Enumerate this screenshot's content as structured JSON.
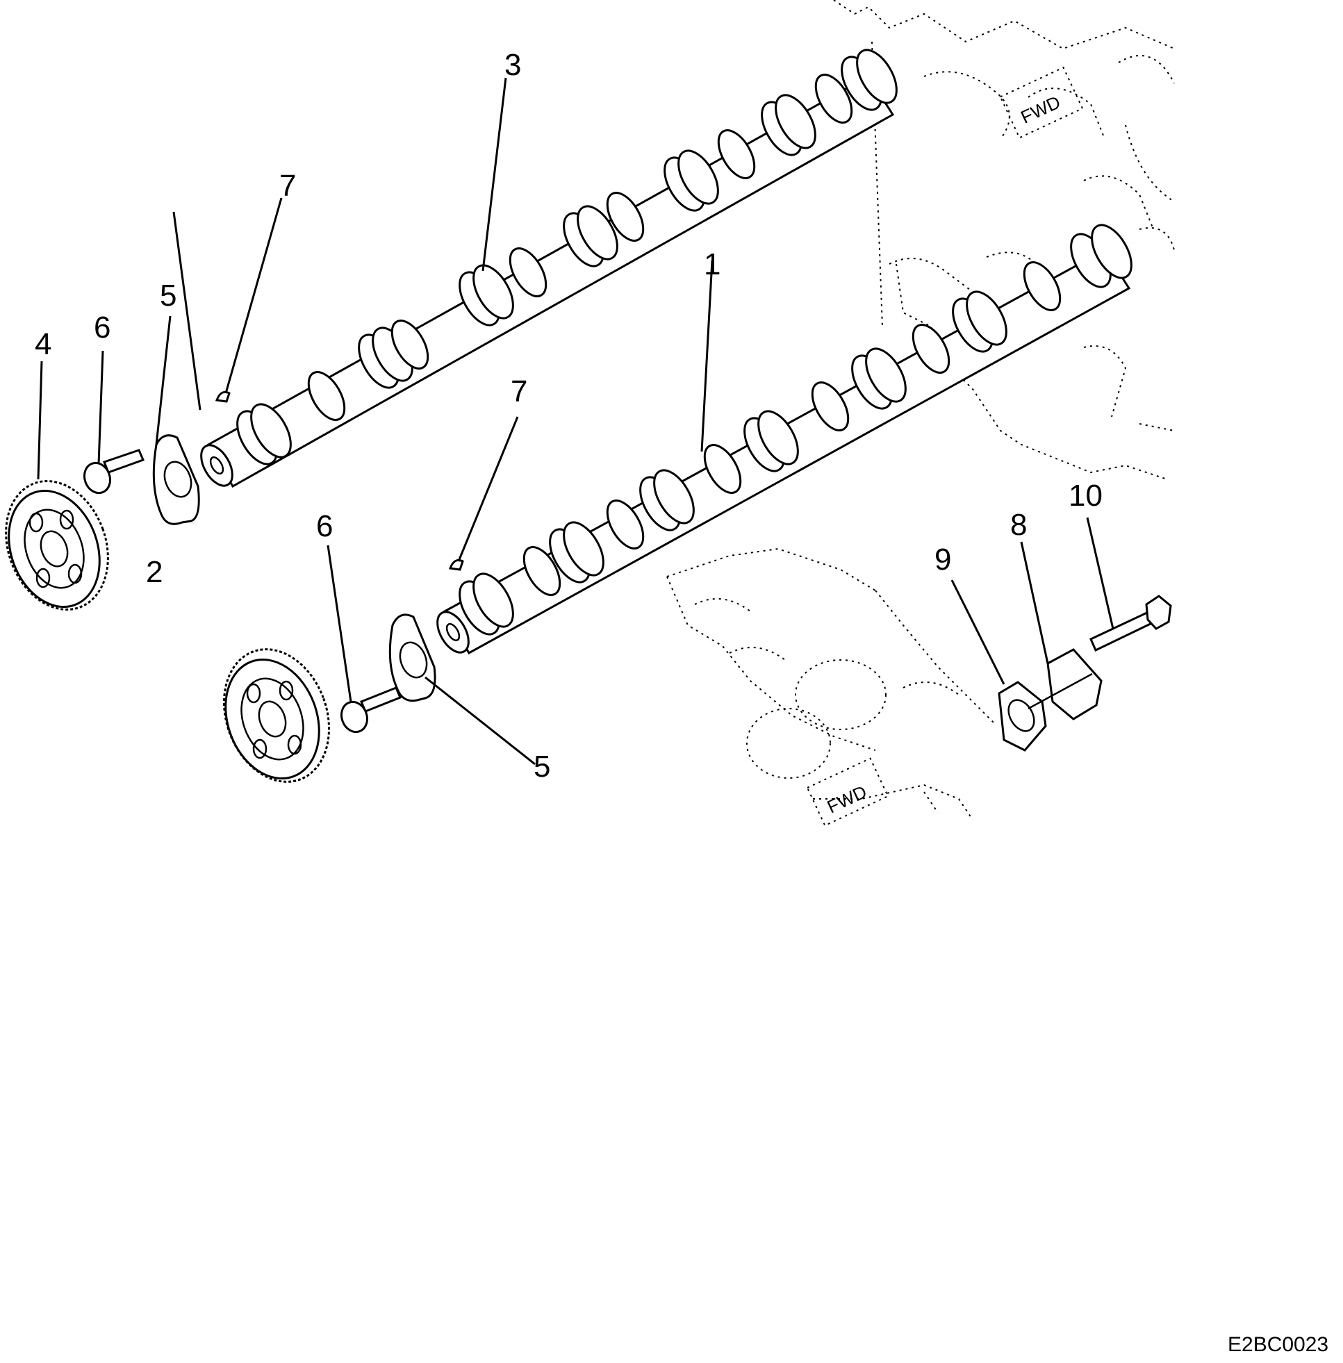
{
  "diagram": {
    "drawing_code": "E2BC0023",
    "ghost_label": "FWD",
    "callouts": [
      "1",
      "2",
      "3",
      "4",
      "5",
      "5",
      "6",
      "6",
      "7",
      "7",
      "8",
      "9",
      "10"
    ]
  }
}
